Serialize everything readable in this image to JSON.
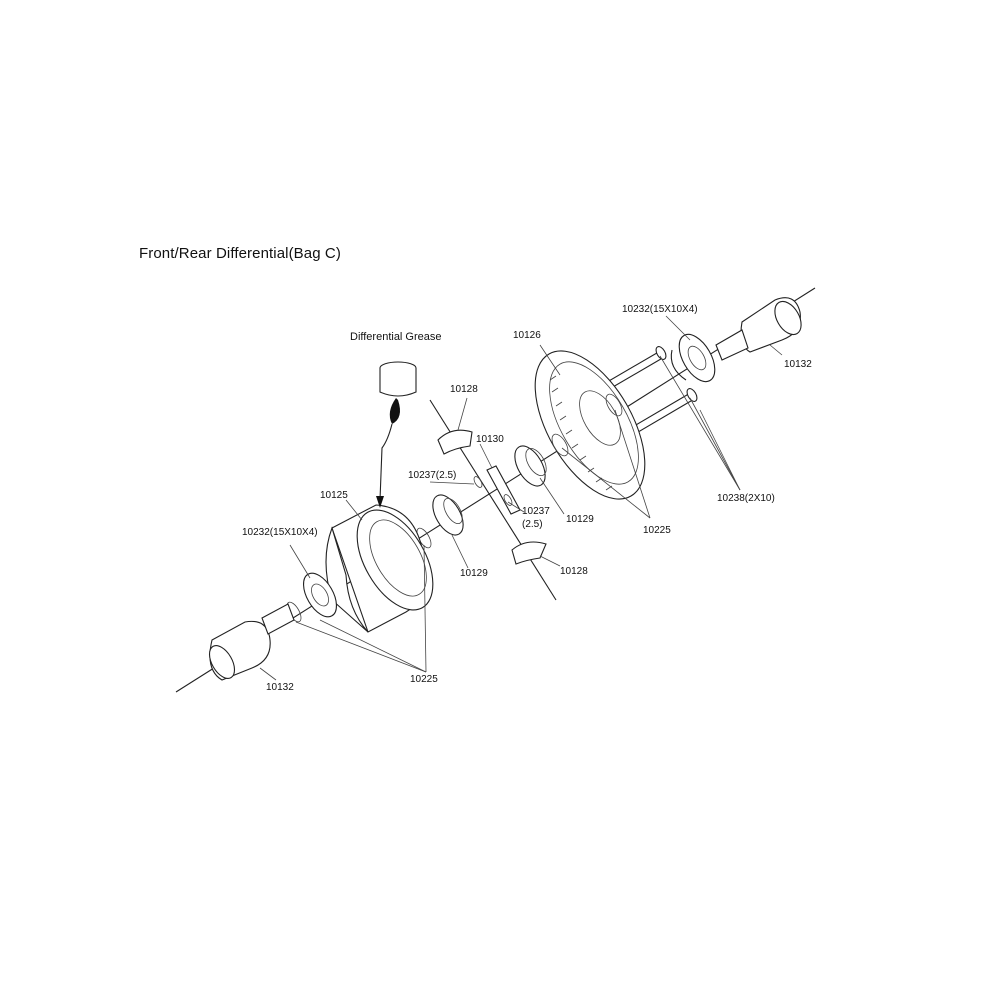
{
  "title": "Front/Rear Differential(Bag C)",
  "grease_label": "Differential Grease",
  "parts": [
    {
      "id": "p-10232-top",
      "text": "10232(15X10X4)"
    },
    {
      "id": "p-10132-top",
      "text": "10132"
    },
    {
      "id": "p-10126",
      "text": "10126"
    },
    {
      "id": "p-10128-top",
      "text": "10128"
    },
    {
      "id": "p-10130",
      "text": "10130"
    },
    {
      "id": "p-10237-left",
      "text": "10237(2.5)"
    },
    {
      "id": "p-10125",
      "text": "10125"
    },
    {
      "id": "p-10232-left",
      "text": "10232(15X10X4)"
    },
    {
      "id": "p-10129-right",
      "text": "10129"
    },
    {
      "id": "p-10237-mid-a",
      "text": "10237"
    },
    {
      "id": "p-10237-mid-b",
      "text": "(2.5)"
    },
    {
      "id": "p-10225-right",
      "text": "10225"
    },
    {
      "id": "p-10238",
      "text": "10238(2X10)"
    },
    {
      "id": "p-10129-left",
      "text": "10129"
    },
    {
      "id": "p-10128-bottom",
      "text": "10128"
    },
    {
      "id": "p-10132-bottom",
      "text": "10132"
    },
    {
      "id": "p-10225-bottom",
      "text": "10225"
    }
  ],
  "colors": {
    "line": "#222222",
    "background": "#ffffff",
    "grease": "#111111"
  }
}
